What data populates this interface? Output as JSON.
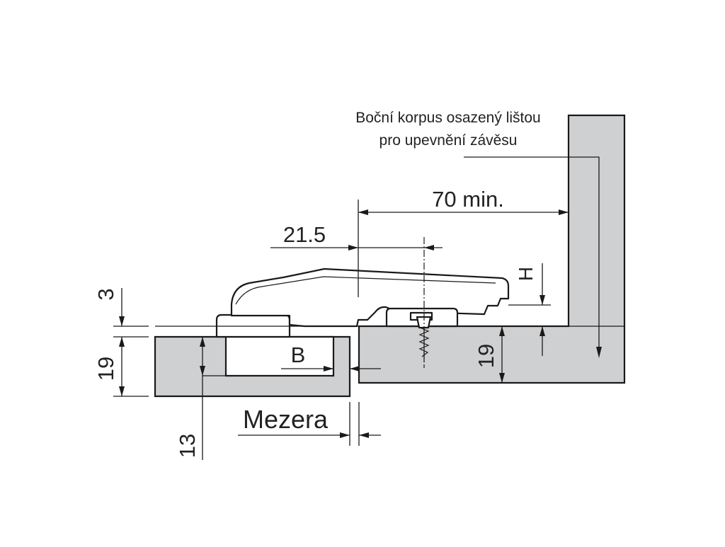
{
  "labels": {
    "side_panel_note_line1": "Boční korpus osazený lištou",
    "side_panel_note_line2": "pro upevnění závěsu",
    "dim_70": "70 min.",
    "dim_21_5": "21.5",
    "dim_H": "H",
    "dim_3": "3",
    "dim_19_left": "19",
    "dim_19_right": "19",
    "dim_B": "B",
    "dim_13": "13",
    "gap": "Mezera"
  },
  "colors": {
    "panel_fill": "#cfd0d2",
    "line": "#1a1a1a",
    "background": "#ffffff"
  }
}
